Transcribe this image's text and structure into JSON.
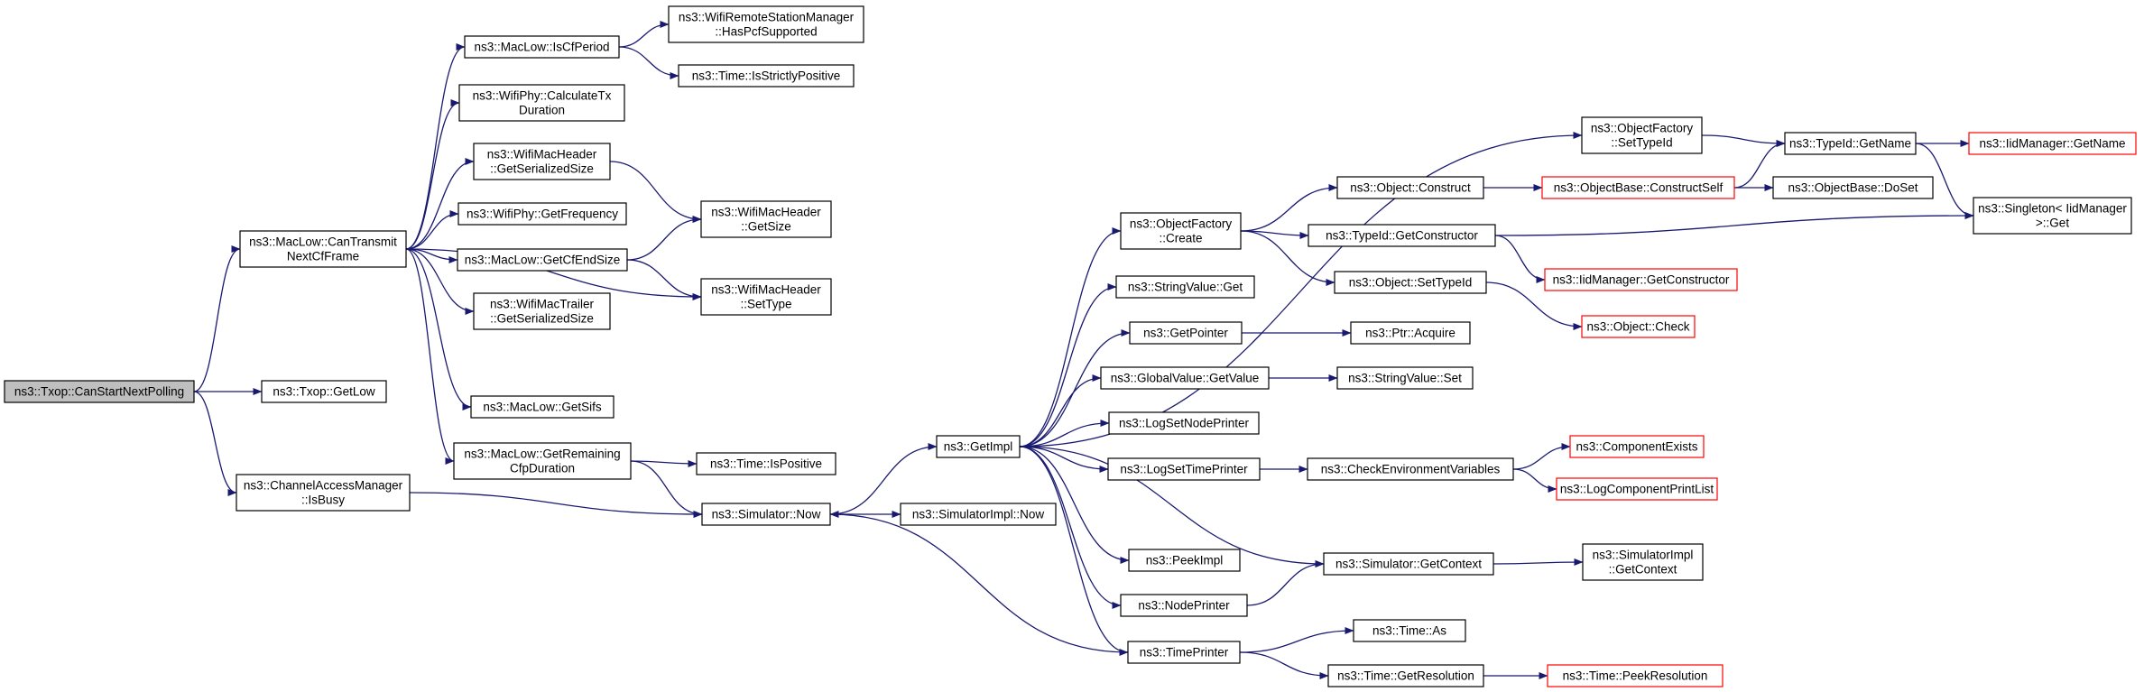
{
  "colors": {
    "edge": "#191970",
    "node_border": "#000000",
    "truncated_border": "#ff0000",
    "root_fill": "#bfbfbf",
    "node_fill": "#ffffff"
  },
  "nodes": [
    {
      "id": "canstart",
      "lines": [
        "ns3::Txop::CanStartNextPolling"
      ],
      "style": "root"
    },
    {
      "id": "cantransmit",
      "lines": [
        "ns3::MacLow::CanTransmit",
        "NextCfFrame"
      ],
      "style": "normal"
    },
    {
      "id": "txopgetlow",
      "lines": [
        "ns3::Txop::GetLow"
      ],
      "style": "normal"
    },
    {
      "id": "cambusy",
      "lines": [
        "ns3::ChannelAccessManager",
        "::IsBusy"
      ],
      "style": "normal"
    },
    {
      "id": "iscfperiod",
      "lines": [
        "ns3::MacLow::IsCfPeriod"
      ],
      "style": "normal"
    },
    {
      "id": "calctx",
      "lines": [
        "ns3::WifiPhy::CalculateTx",
        "Duration"
      ],
      "style": "normal"
    },
    {
      "id": "hdrserial",
      "lines": [
        "ns3::WifiMacHeader",
        "::GetSerializedSize"
      ],
      "style": "normal"
    },
    {
      "id": "getfreq",
      "lines": [
        "ns3::WifiPhy::GetFrequency"
      ],
      "style": "normal"
    },
    {
      "id": "cfendsize",
      "lines": [
        "ns3::MacLow::GetCfEndSize"
      ],
      "style": "normal"
    },
    {
      "id": "trailerserial",
      "lines": [
        "ns3::WifiMacTrailer",
        "::GetSerializedSize"
      ],
      "style": "normal"
    },
    {
      "id": "getsifs",
      "lines": [
        "ns3::MacLow::GetSifs"
      ],
      "style": "normal"
    },
    {
      "id": "remaining",
      "lines": [
        "ns3::MacLow::GetRemaining",
        "CfpDuration"
      ],
      "style": "normal"
    },
    {
      "id": "haspcf",
      "lines": [
        "ns3::WifiRemoteStationManager",
        "::HasPcfSupported"
      ],
      "style": "normal"
    },
    {
      "id": "strictpos",
      "lines": [
        "ns3::Time::IsStrictlyPositive"
      ],
      "style": "normal"
    },
    {
      "id": "hdrgetsize",
      "lines": [
        "ns3::WifiMacHeader",
        "::GetSize"
      ],
      "style": "normal"
    },
    {
      "id": "hdrsettype",
      "lines": [
        "ns3::WifiMacHeader",
        "::SetType"
      ],
      "style": "normal"
    },
    {
      "id": "ispositive",
      "lines": [
        "ns3::Time::IsPositive"
      ],
      "style": "normal"
    },
    {
      "id": "simnow",
      "lines": [
        "ns3::Simulator::Now"
      ],
      "style": "normal"
    },
    {
      "id": "simimplnow",
      "lines": [
        "ns3::SimulatorImpl::Now"
      ],
      "style": "normal"
    },
    {
      "id": "getimpl",
      "lines": [
        "ns3::GetImpl"
      ],
      "style": "normal"
    },
    {
      "id": "ofcreate",
      "lines": [
        "ns3::ObjectFactory",
        "::Create"
      ],
      "style": "normal"
    },
    {
      "id": "ofsettypeid",
      "lines": [
        "ns3::ObjectFactory",
        "::SetTypeId"
      ],
      "style": "normal"
    },
    {
      "id": "strvalget",
      "lines": [
        "ns3::StringValue::Get"
      ],
      "style": "normal"
    },
    {
      "id": "getpointer",
      "lines": [
        "ns3::GetPointer"
      ],
      "style": "normal"
    },
    {
      "id": "gvgetvalue",
      "lines": [
        "ns3::GlobalValue::GetValue"
      ],
      "style": "normal"
    },
    {
      "id": "logsetnode",
      "lines": [
        "ns3::LogSetNodePrinter"
      ],
      "style": "normal"
    },
    {
      "id": "logsettime",
      "lines": [
        "ns3::LogSetTimePrinter"
      ],
      "style": "normal"
    },
    {
      "id": "peekimpl",
      "lines": [
        "ns3::PeekImpl"
      ],
      "style": "normal"
    },
    {
      "id": "nodeprinter",
      "lines": [
        "ns3::NodePrinter"
      ],
      "style": "normal"
    },
    {
      "id": "timeprinter",
      "lines": [
        "ns3::TimePrinter"
      ],
      "style": "normal"
    },
    {
      "id": "objconstruct",
      "lines": [
        "ns3::Object::Construct"
      ],
      "style": "normal"
    },
    {
      "id": "tidgetctor",
      "lines": [
        "ns3::TypeId::GetConstructor"
      ],
      "style": "normal"
    },
    {
      "id": "objsettypeid",
      "lines": [
        "ns3::Object::SetTypeId"
      ],
      "style": "normal"
    },
    {
      "id": "ptracquire",
      "lines": [
        "ns3::Ptr::Acquire"
      ],
      "style": "normal"
    },
    {
      "id": "strvalset",
      "lines": [
        "ns3::StringValue::Set"
      ],
      "style": "normal"
    },
    {
      "id": "checkenv",
      "lines": [
        "ns3::CheckEnvironmentVariables"
      ],
      "style": "normal"
    },
    {
      "id": "simgetctx",
      "lines": [
        "ns3::Simulator::GetContext"
      ],
      "style": "normal"
    },
    {
      "id": "timeas",
      "lines": [
        "ns3::Time::As"
      ],
      "style": "normal"
    },
    {
      "id": "timegetres",
      "lines": [
        "ns3::Time::GetResolution"
      ],
      "style": "normal"
    },
    {
      "id": "tidgetname",
      "lines": [
        "ns3::TypeId::GetName"
      ],
      "style": "normal"
    },
    {
      "id": "obconstructself",
      "lines": [
        "ns3::ObjectBase::ConstructSelf"
      ],
      "style": "truncated"
    },
    {
      "id": "obdoset",
      "lines": [
        "ns3::ObjectBase::DoSet"
      ],
      "style": "normal"
    },
    {
      "id": "iidgetctor",
      "lines": [
        "ns3::IidManager::GetConstructor"
      ],
      "style": "truncated"
    },
    {
      "id": "objcheck",
      "lines": [
        "ns3::Object::Check"
      ],
      "style": "truncated"
    },
    {
      "id": "compexists",
      "lines": [
        "ns3::ComponentExists"
      ],
      "style": "truncated"
    },
    {
      "id": "logcompprint",
      "lines": [
        "ns3::LogComponentPrintList"
      ],
      "style": "truncated"
    },
    {
      "id": "simimplgetctx",
      "lines": [
        "ns3::SimulatorImpl",
        "::GetContext"
      ],
      "style": "normal"
    },
    {
      "id": "peekres",
      "lines": [
        "ns3::Time::PeekResolution"
      ],
      "style": "truncated"
    },
    {
      "id": "iidgetname",
      "lines": [
        "ns3::IidManager::GetName"
      ],
      "style": "truncated"
    },
    {
      "id": "singletonget",
      "lines": [
        "ns3::Singleton< IidManager",
        ">::Get"
      ],
      "style": "normal"
    }
  ],
  "edges": [
    [
      "canstart",
      "cantransmit"
    ],
    [
      "canstart",
      "txopgetlow"
    ],
    [
      "canstart",
      "cambusy"
    ],
    [
      "cantransmit",
      "iscfperiod"
    ],
    [
      "cantransmit",
      "calctx"
    ],
    [
      "cantransmit",
      "hdrserial"
    ],
    [
      "cantransmit",
      "getfreq"
    ],
    [
      "cantransmit",
      "cfendsize"
    ],
    [
      "cantransmit",
      "trailerserial"
    ],
    [
      "cantransmit",
      "getsifs"
    ],
    [
      "cantransmit",
      "remaining"
    ],
    [
      "cantransmit",
      "hdrsettype"
    ],
    [
      "iscfperiod",
      "haspcf"
    ],
    [
      "iscfperiod",
      "strictpos"
    ],
    [
      "hdrserial",
      "hdrgetsize"
    ],
    [
      "cfendsize",
      "hdrgetsize"
    ],
    [
      "cfendsize",
      "hdrsettype"
    ],
    [
      "remaining",
      "ispositive"
    ],
    [
      "remaining",
      "simnow"
    ],
    [
      "cambusy",
      "simnow"
    ],
    [
      "simnow",
      "simimplnow"
    ],
    [
      "simnow",
      "getimpl"
    ],
    [
      "getimpl",
      "ofsettypeid"
    ],
    [
      "getimpl",
      "ofcreate"
    ],
    [
      "getimpl",
      "strvalget"
    ],
    [
      "getimpl",
      "getpointer"
    ],
    [
      "getimpl",
      "gvgetvalue"
    ],
    [
      "getimpl",
      "logsetnode"
    ],
    [
      "getimpl",
      "logsettime"
    ],
    [
      "getimpl",
      "peekimpl"
    ],
    [
      "getimpl",
      "nodeprinter"
    ],
    [
      "getimpl",
      "timeprinter"
    ],
    [
      "getimpl",
      "simgetctx"
    ],
    [
      "timeprinter",
      "simnow"
    ],
    [
      "ofcreate",
      "objconstruct"
    ],
    [
      "ofcreate",
      "tidgetctor"
    ],
    [
      "ofcreate",
      "objsettypeid"
    ],
    [
      "ofsettypeid",
      "tidgetname"
    ],
    [
      "objconstruct",
      "obconstructself"
    ],
    [
      "obconstructself",
      "tidgetname"
    ],
    [
      "obconstructself",
      "obdoset"
    ],
    [
      "tidgetctor",
      "iidgetctor"
    ],
    [
      "tidgetctor",
      "singletonget"
    ],
    [
      "objsettypeid",
      "objcheck"
    ],
    [
      "getpointer",
      "ptracquire"
    ],
    [
      "gvgetvalue",
      "strvalset"
    ],
    [
      "logsettime",
      "checkenv"
    ],
    [
      "checkenv",
      "compexists"
    ],
    [
      "checkenv",
      "logcompprint"
    ],
    [
      "nodeprinter",
      "simgetctx"
    ],
    [
      "simgetctx",
      "simimplgetctx"
    ],
    [
      "timeprinter",
      "timeas"
    ],
    [
      "timeprinter",
      "timegetres"
    ],
    [
      "timegetres",
      "peekres"
    ],
    [
      "tidgetname",
      "iidgetname"
    ],
    [
      "tidgetname",
      "singletonget"
    ]
  ]
}
